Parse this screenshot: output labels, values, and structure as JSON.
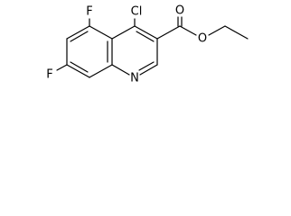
{
  "molecule": {
    "atoms": {
      "fluorine_top": "F",
      "chlorine": "Cl",
      "fluorine_left": "F",
      "nitrogen": "N",
      "oxygen_carbonyl": "O",
      "oxygen_ester": "O"
    }
  }
}
